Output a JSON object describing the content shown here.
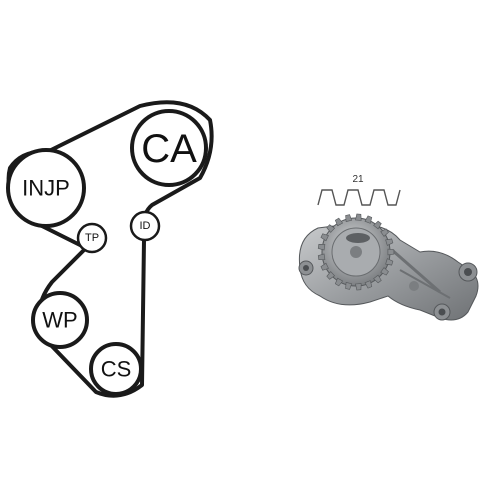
{
  "diagram": {
    "pulleys": {
      "camshaft": "CA",
      "injection_pump": "INJP",
      "tensioner": "TP",
      "idler": "ID",
      "water_pump": "WP",
      "crankshaft": "CS"
    },
    "water_pump_teeth": "21"
  },
  "colors": {
    "line": "#1a1a1a",
    "pump_metal": "#9a9da0"
  }
}
